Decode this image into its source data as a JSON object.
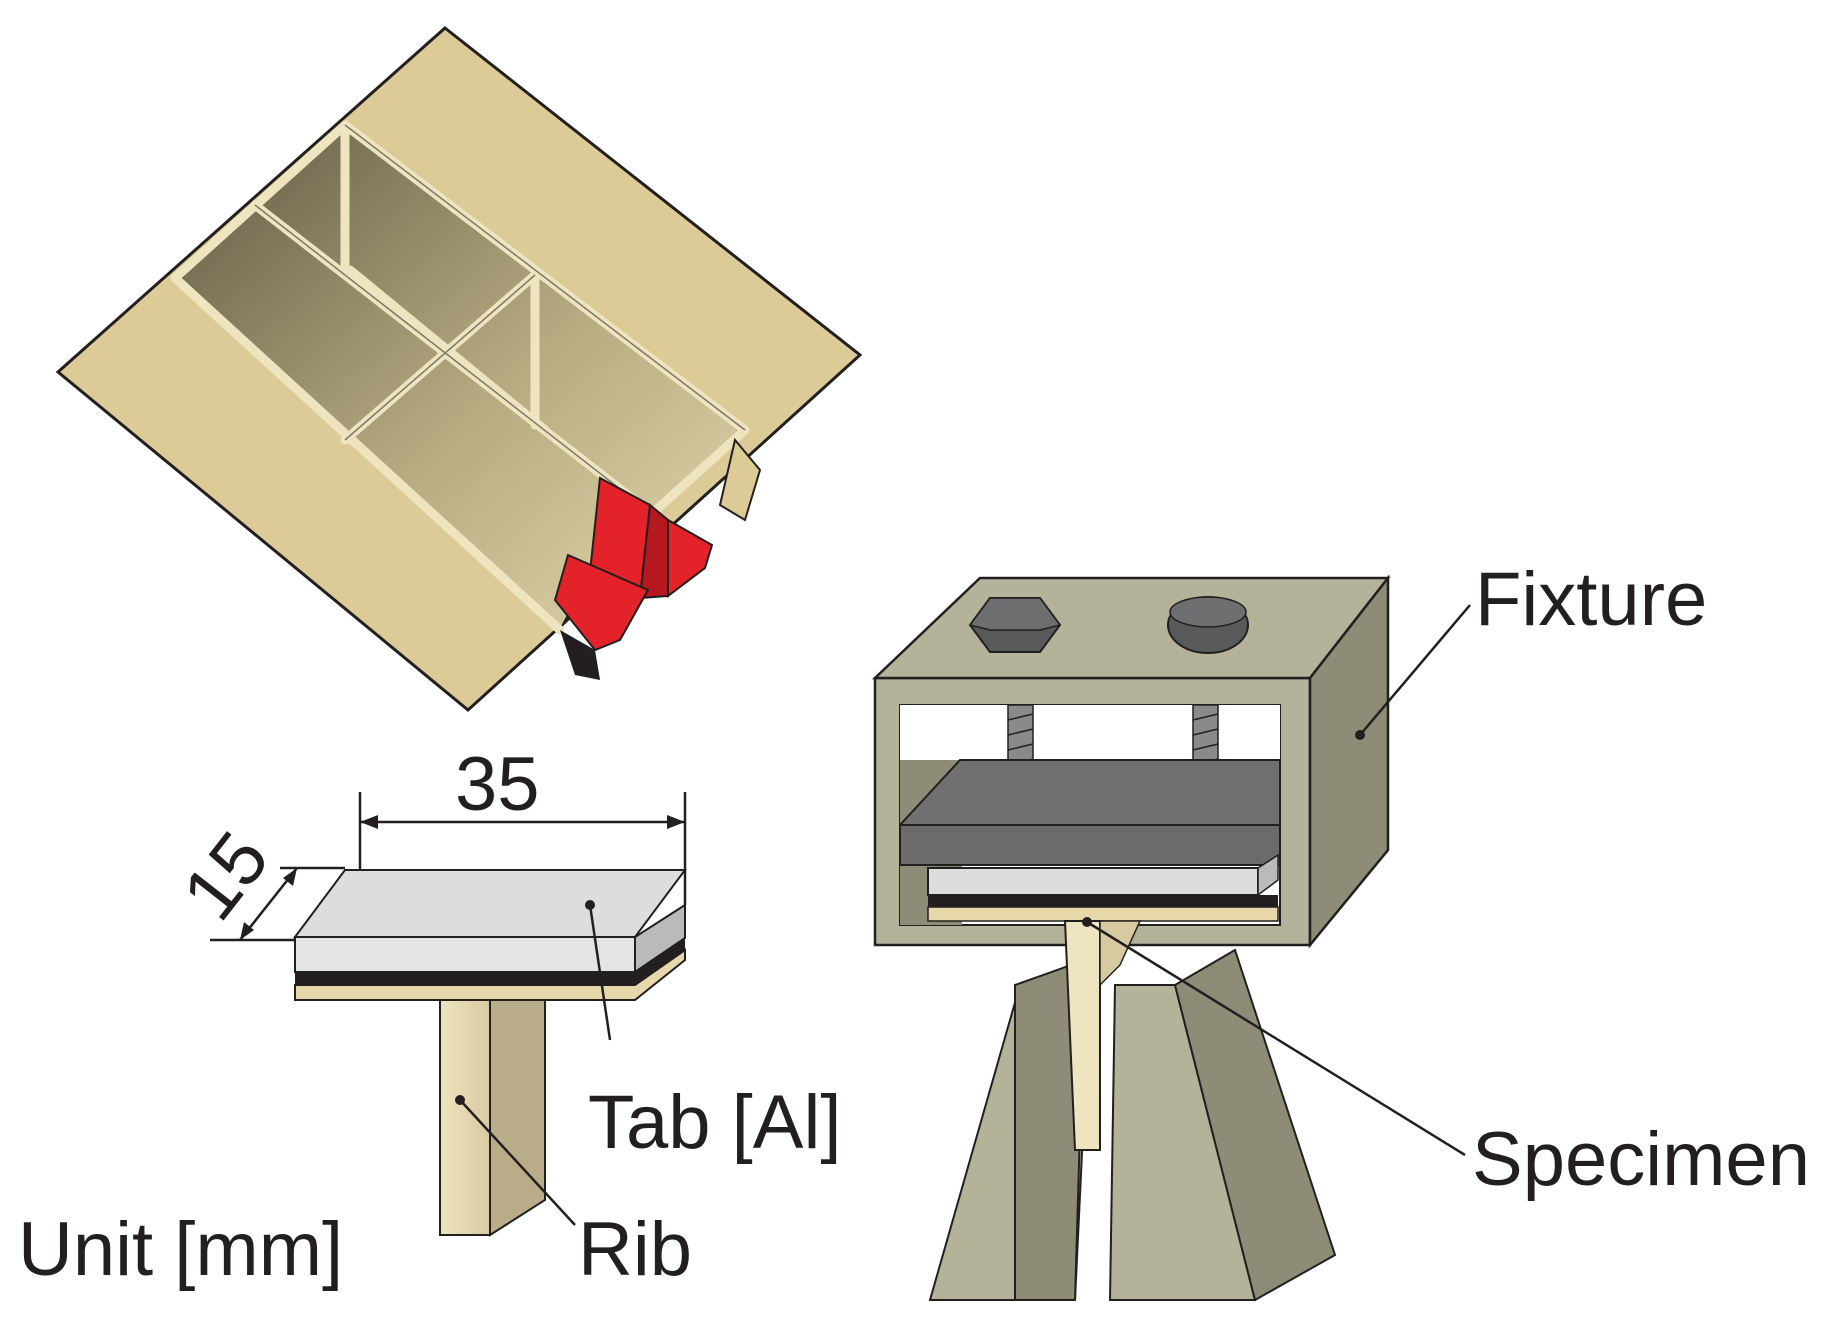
{
  "labels": {
    "dimension_width": "35",
    "dimension_depth": "15",
    "tab": "Tab [Al]",
    "rib": "Rib",
    "unit": "Unit [mm]",
    "fixture": "Fixture",
    "specimen": "Specimen"
  },
  "colors": {
    "panel": "#dccb96",
    "panel_dark": "#9a9070",
    "rib_light": "#efe4c0",
    "highlight_red": "#e42229",
    "aluminum_tab": "#dcdddd",
    "adhesive": "#231f20",
    "fixture": "#b5b29a",
    "fixture_dark": "#8e8b76",
    "clamp_plate": "#707070",
    "bolt": "#58595b",
    "line": "#231f20"
  }
}
